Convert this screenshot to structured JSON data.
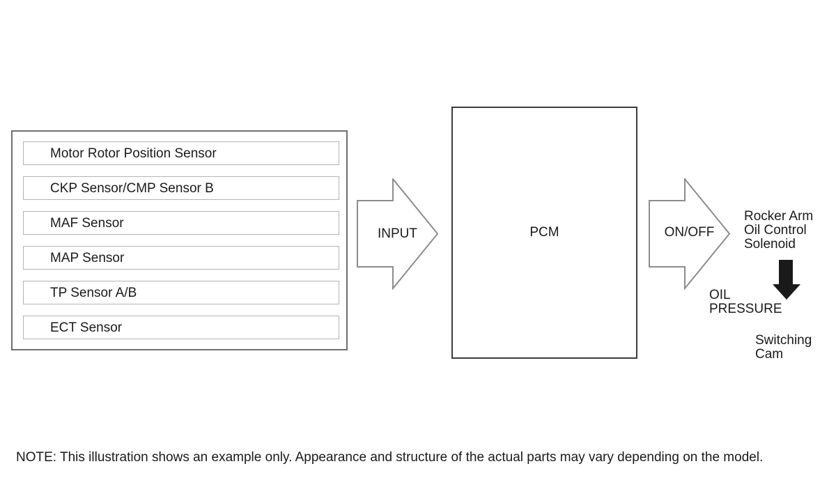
{
  "diagram": {
    "sensors": [
      {
        "label": "Motor Rotor Position Sensor"
      },
      {
        "label": "CKP Sensor/CMP Sensor B"
      },
      {
        "label": "MAF Sensor"
      },
      {
        "label": "MAP Sensor"
      },
      {
        "label": "TP Sensor A/B"
      },
      {
        "label": "ECT Sensor"
      }
    ],
    "input_arrow": {
      "label": "INPUT",
      "icon": "right-arrow-outline"
    },
    "pcm": {
      "label": "PCM"
    },
    "onoff_arrow": {
      "label": "ON/OFF",
      "icon": "right-arrow-outline"
    },
    "outputs": {
      "rocker_arm_label": "Rocker Arm\nOil Control\nSolenoid",
      "down_arrow_icon": "down-arrow-solid",
      "oil_pressure_label": "OIL\nPRESSURE",
      "switching_cam_label": "Switching\nCam"
    },
    "note": "NOTE: This illustration shows an example only. Appearance and structure of the actual parts may vary depending on the model.",
    "colors": {
      "background": "#ffffff",
      "text": "#1a1a1a",
      "sensor_panel_border": "#6f6f6f",
      "sensor_box_border": "#b3b3b3",
      "pcm_border": "#3c3c3c",
      "arrow_outline": "#8c8c8c",
      "arrow_fill": "#ffffff",
      "down_arrow_fill": "#1a1a1a"
    }
  }
}
